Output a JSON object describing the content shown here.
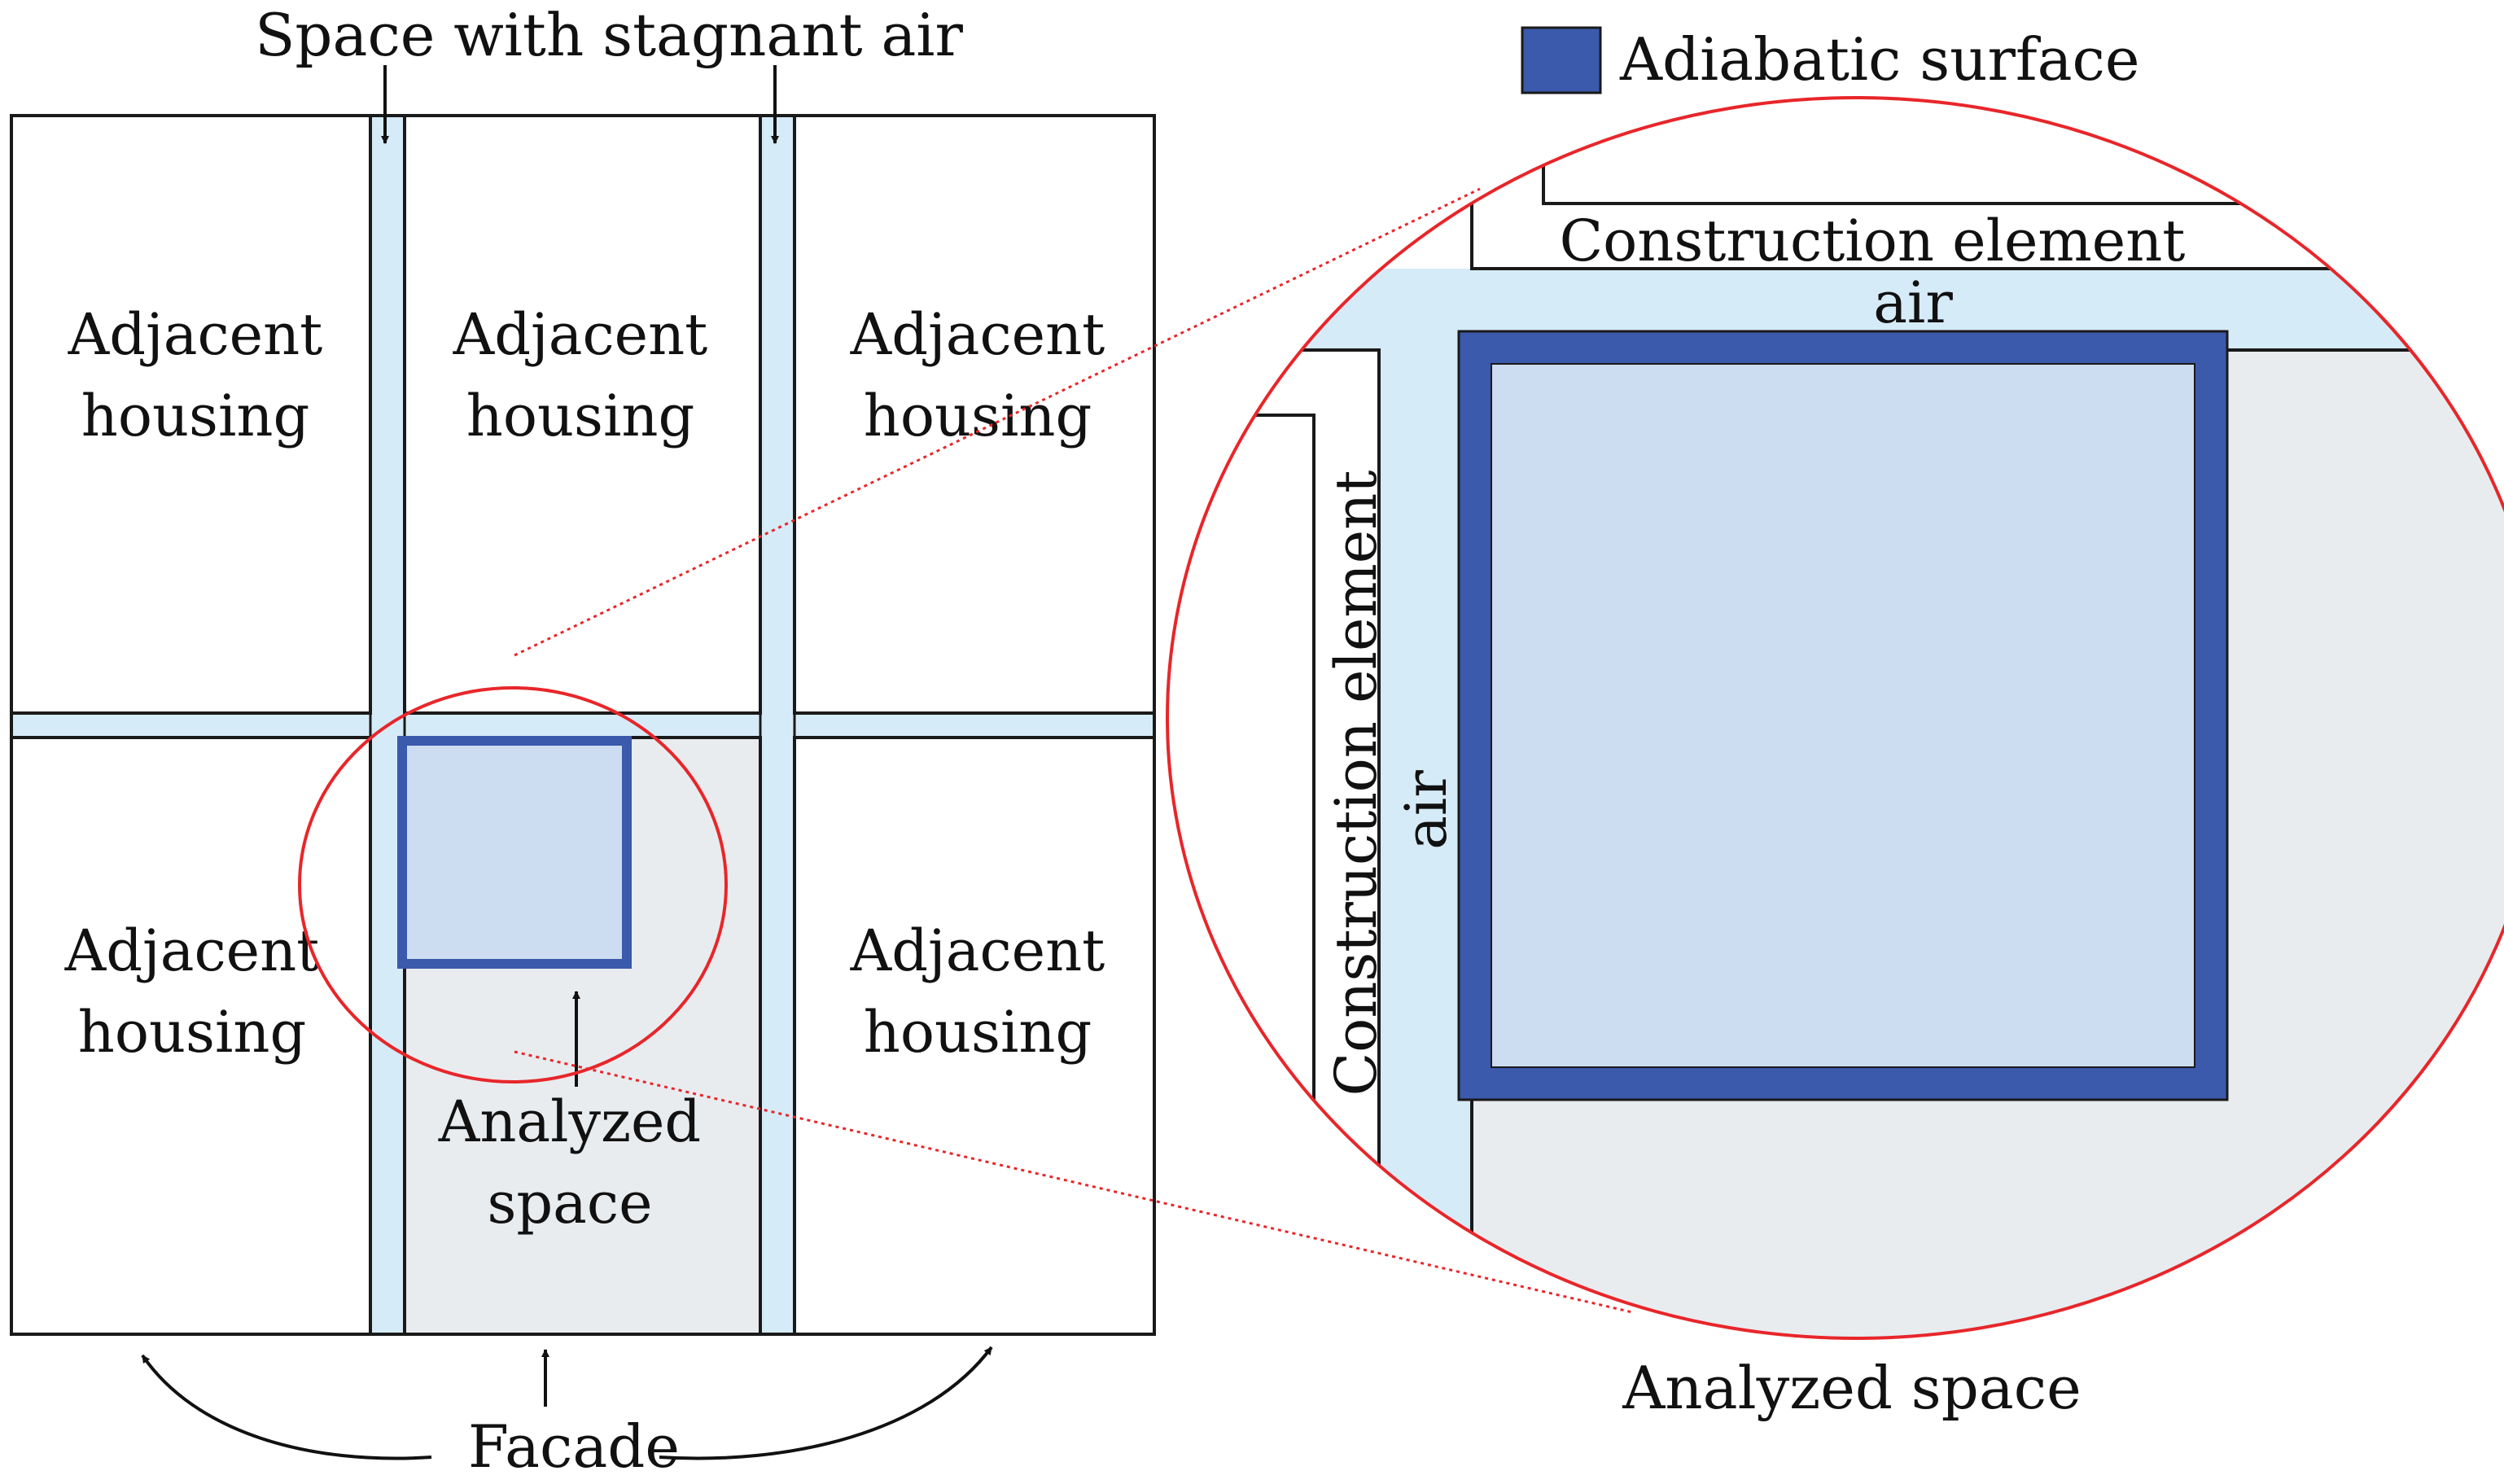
{
  "labels": {
    "top_title": "Space with stagnant air",
    "housing_1": "Adjacent",
    "housing_2": "housing",
    "analyzed_1": "Analyzed",
    "analyzed_2": "space",
    "facade": "Facade",
    "legend": "Adiabatic surface",
    "construction_element": "Construction element",
    "air": "air",
    "zoom_caption": "Analyzed space"
  },
  "colors": {
    "air": "#d6ebf8",
    "analyzed_fill": "#e8ecef",
    "adiabatic": "#3b5aac",
    "inner_box": "#ccdcf1",
    "callout": "#e8262a",
    "stroke": "#1a1a1a"
  }
}
